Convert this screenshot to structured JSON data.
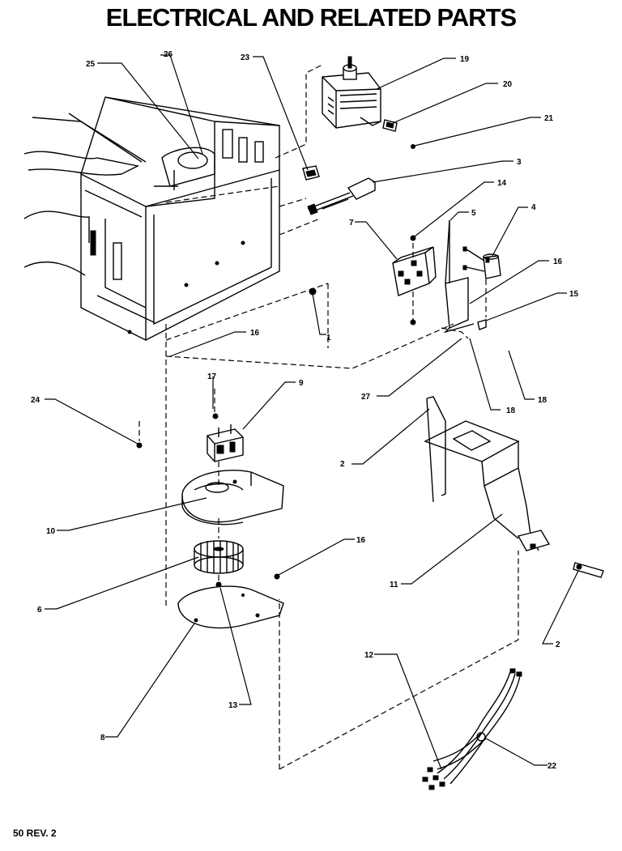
{
  "title": "ELECTRICAL AND RELATED PARTS",
  "footer": "50 REV. 2",
  "callouts": [
    {
      "id": "c1",
      "label": "1"
    },
    {
      "id": "c2a",
      "label": "2"
    },
    {
      "id": "c2b",
      "label": "2"
    },
    {
      "id": "c3",
      "label": "3"
    },
    {
      "id": "c4",
      "label": "4"
    },
    {
      "id": "c5",
      "label": "5"
    },
    {
      "id": "c6",
      "label": "6"
    },
    {
      "id": "c7",
      "label": "7"
    },
    {
      "id": "c8",
      "label": "8"
    },
    {
      "id": "c9",
      "label": "9"
    },
    {
      "id": "c10",
      "label": "10"
    },
    {
      "id": "c11",
      "label": "11"
    },
    {
      "id": "c12",
      "label": "12"
    },
    {
      "id": "c13",
      "label": "13"
    },
    {
      "id": "c14",
      "label": "14"
    },
    {
      "id": "c15",
      "label": "15"
    },
    {
      "id": "c16a",
      "label": "16"
    },
    {
      "id": "c16b",
      "label": "16"
    },
    {
      "id": "c16c",
      "label": "16"
    },
    {
      "id": "c17",
      "label": "17"
    },
    {
      "id": "c18a",
      "label": "18"
    },
    {
      "id": "c18b",
      "label": "18"
    },
    {
      "id": "c19",
      "label": "19"
    },
    {
      "id": "c20",
      "label": "20"
    },
    {
      "id": "c21",
      "label": "21"
    },
    {
      "id": "c22",
      "label": "22"
    },
    {
      "id": "c23",
      "label": "23"
    },
    {
      "id": "c24",
      "label": "24"
    },
    {
      "id": "c25",
      "label": "25"
    },
    {
      "id": "c26",
      "label": "26"
    },
    {
      "id": "c27",
      "label": "27"
    }
  ]
}
